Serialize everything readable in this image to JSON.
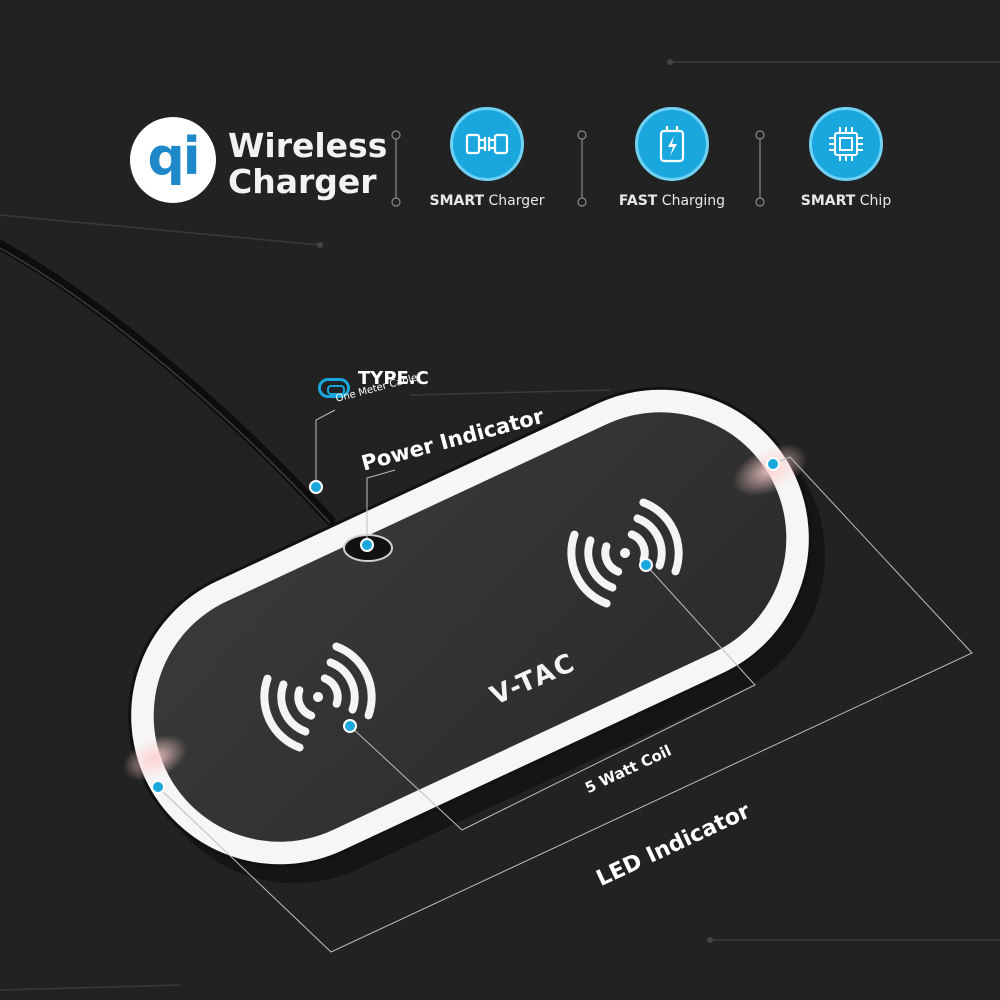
{
  "brand": {
    "logo_text": "qi",
    "title_line1": "Wireless",
    "title_line2": "Charger"
  },
  "features": [
    {
      "icon": "plug-connector-icon",
      "strong": "SMART",
      "text": "Charger"
    },
    {
      "icon": "fast-charging-bolt-icon",
      "strong": "FAST",
      "text": "Charging"
    },
    {
      "icon": "chip-icon",
      "strong": "SMART",
      "text": "Chip"
    }
  ],
  "annotations": {
    "type_c": "TYPE.C",
    "type_c_sub": "One Meter Cable",
    "power_indicator": "Power Indicator",
    "coil": "5 Watt Coil",
    "led_indicator": "LED Indicator"
  },
  "product": {
    "logo": "V-TAC"
  },
  "colors": {
    "background": "#222222",
    "accent": "#1aa7de",
    "text": "#ffffff"
  }
}
